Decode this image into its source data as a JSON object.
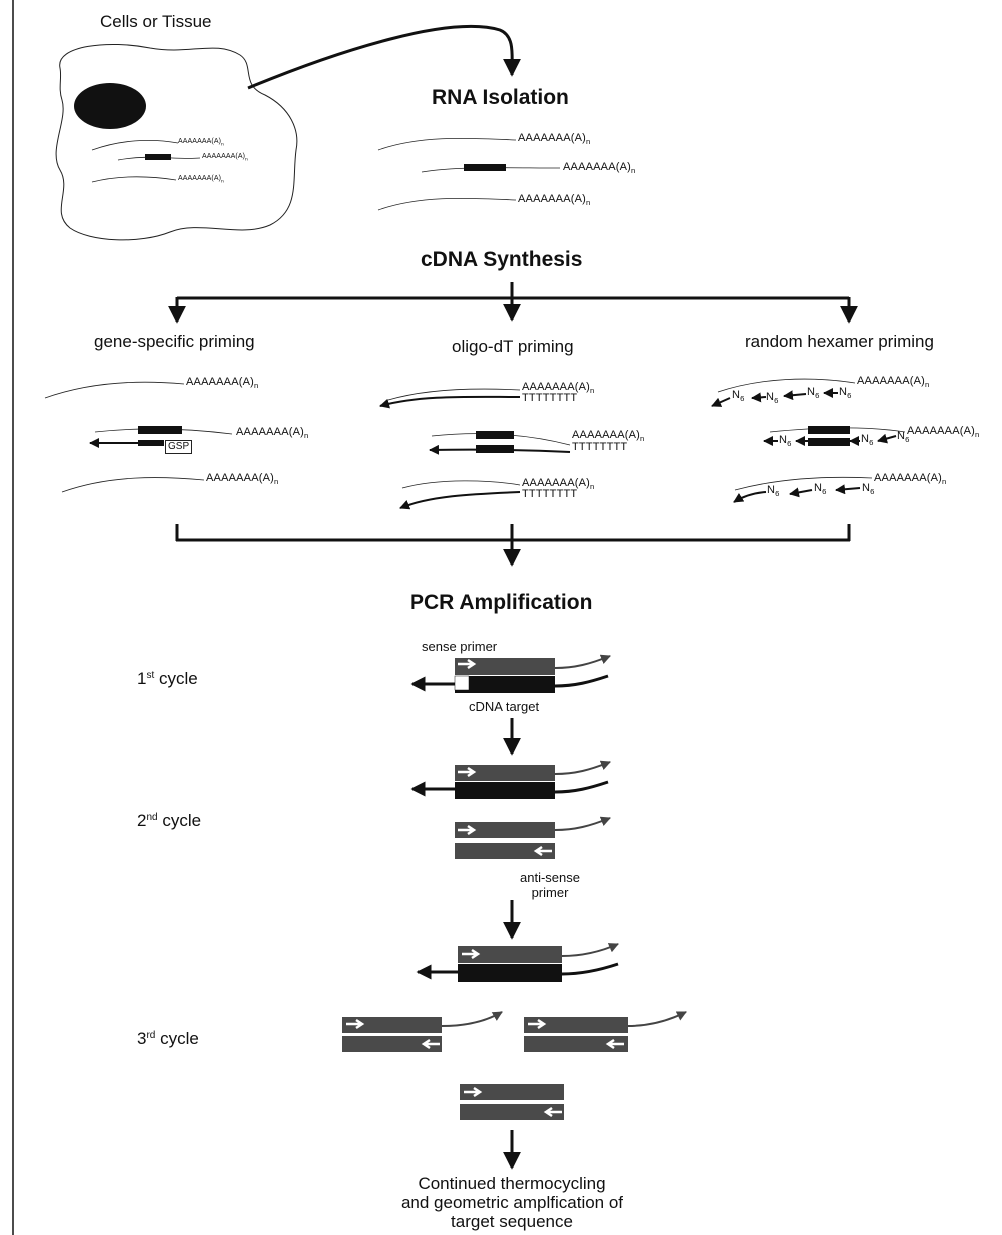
{
  "title": {
    "cells": "Cells or Tissue"
  },
  "steps": {
    "rna_isolation": "RNA Isolation",
    "cdna_synthesis": "cDNA Synthesis",
    "pcr_amplification": "PCR Amplification"
  },
  "poly_a": "AAAAAAA(A)",
  "poly_a_subscript": "n",
  "oligo_dt": "TTTTTTTT",
  "priming": {
    "gene_specific": "gene-specific priming",
    "oligo_dt": "oligo-dT priming",
    "random_hexamer": "random hexamer priming",
    "gsp": "GSP",
    "n6": "N",
    "n6_sub": "6"
  },
  "pcr": {
    "sense_primer": "sense primer",
    "cdna_target": "cDNA target",
    "antisense_primer_line1": "anti-sense",
    "antisense_primer_line2": "primer"
  },
  "cycles": {
    "c1_num": "1",
    "c1_sup": "st",
    "c1_word": " cycle",
    "c2_num": "2",
    "c2_sup": "nd",
    "c2_word": " cycle",
    "c3_num": "3",
    "c3_sup": "rd",
    "c3_word": " cycle"
  },
  "conclusion": {
    "line1": "Continued thermocycling",
    "line2": "and geometric amplfication of",
    "line3": "target sequence"
  }
}
